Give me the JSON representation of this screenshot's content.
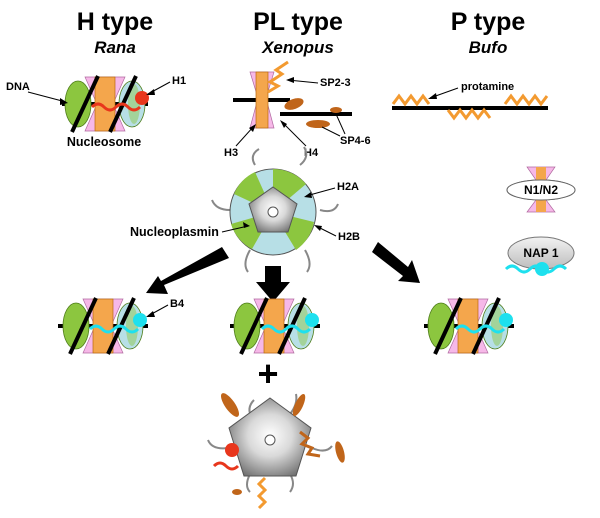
{
  "columns": [
    {
      "type_label": "H type",
      "species": "Rana"
    },
    {
      "type_label": "PL type",
      "species": "Xenopus"
    },
    {
      "type_label": "P type",
      "species": "Bufo"
    }
  ],
  "labels": {
    "dna": "DNA",
    "h1": "H1",
    "nucleosome": "Nucleosome",
    "sp2_3": "SP2-3",
    "sp4_6": "SP4-6",
    "h3": "H3",
    "h4": "H4",
    "protamine": "protamine",
    "h2a": "H2A",
    "h2b": "H2B",
    "nucleoplasmin": "Nucleoplasmin",
    "b4": "B4",
    "plus": "+"
  },
  "legend": {
    "n1n2": "N1/N2",
    "nap1": "NAP 1"
  },
  "colors": {
    "h3": "#f4a64c",
    "h4": "#f6b8e8",
    "h2a": "#8cc63f",
    "h2b": "#b7dfe6",
    "h1": "#e8361c",
    "b4": "#1ee0ee",
    "sperm_protein": "#c0651a",
    "protamine": "#f39a30",
    "dna": "#000000",
    "nucleoplasmin_core": "#bfbfbf"
  }
}
